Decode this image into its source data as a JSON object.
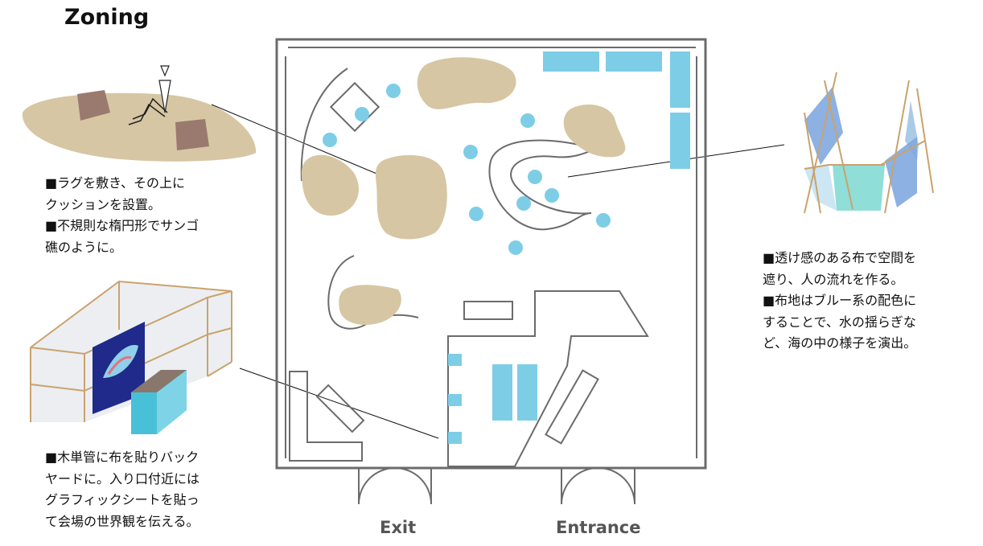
{
  "title": "Zoning",
  "notes": {
    "rug": [
      "■ラグを敷き、その上に",
      "クッションを設置。",
      "■不規則な楕円形でサンゴ",
      "礁のように。"
    ],
    "fabric": [
      "■透け感のある布で空間を",
      "遮り、人の流れを作る。",
      "■布地はブルー系の配色に",
      "することで、水の揺らぎな",
      "ど、海の中の様子を演出。"
    ],
    "backyard": [
      "■木単管に布を貼りバック",
      "ヤードに。入り口付近には",
      "グラフィックシートを貼っ",
      "て会場の世界観を伝える。"
    ]
  },
  "doors": {
    "exit": "Exit",
    "entrance": "Entrance"
  },
  "colors": {
    "wall": "#6b6b6b",
    "blue": "#7ecde6",
    "tan": "#d6c6a3",
    "wood": "#c9a36d"
  }
}
